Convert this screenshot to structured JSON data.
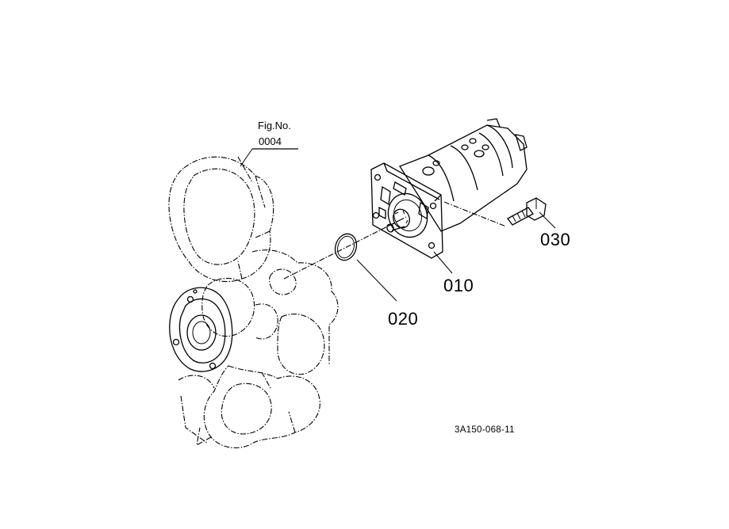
{
  "figure_ref": {
    "label": "Fig.No.",
    "number": "0004"
  },
  "parts": {
    "p010": "010",
    "p020": "020",
    "p030": "030"
  },
  "drawing_code": "3A150-068-11"
}
